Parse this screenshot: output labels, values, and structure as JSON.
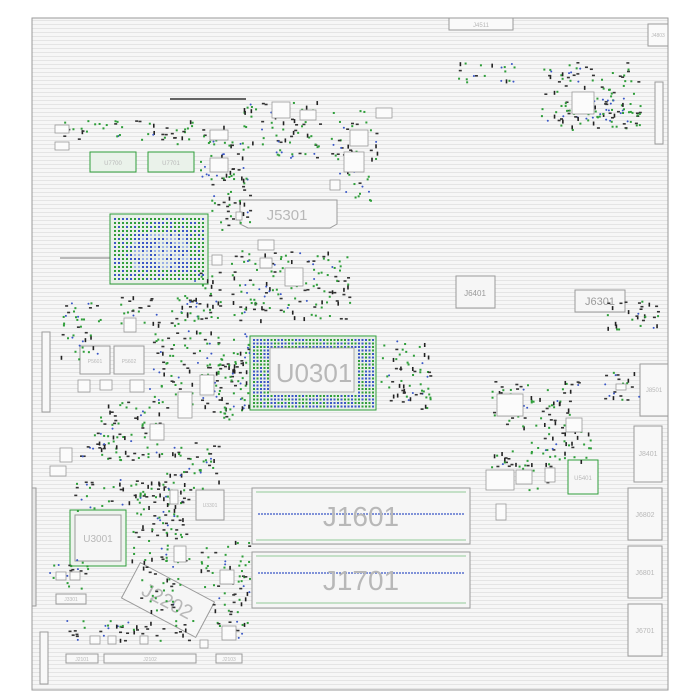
{
  "board": {
    "colors": {
      "background": "#ffffff",
      "board_fill": "#f4f4f4",
      "hatch": "#e6e6e6",
      "outline": "#9a9a9a",
      "component_outline": "#a8a8a8",
      "pad_green": "#2f9e3a",
      "via_blue": "#3a57c6",
      "label": "#b8b8b8"
    }
  },
  "labels": {
    "j4511": "J4511",
    "j4803": "J4803",
    "j5301": "J5301",
    "j6401": "J6401",
    "j6301": "J6301",
    "u0301": "U0301",
    "u3001": "U3001",
    "j1601": "J1601",
    "j1701": "J1701",
    "j2202": "J2202",
    "j8401": "J8401",
    "j6802": "J6802",
    "j6801": "J6801",
    "j6701": "J6701",
    "u5401": "U5401",
    "u7700": "U7700",
    "u7701": "U7701",
    "p5601": "P5601",
    "p5602": "P5602",
    "u3301": "U3301",
    "j2101": "J2101",
    "j2102": "J2102",
    "j2103": "J2103",
    "j3301": "J3301",
    "j8501": "J8501"
  }
}
